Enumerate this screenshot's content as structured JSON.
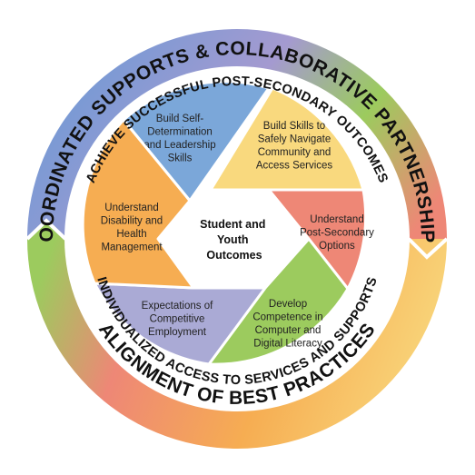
{
  "outer_ring": {
    "top": "COORDINATED SUPPORTS & COLLABORATIVE PARTNERSHIPS",
    "bottom": "ALIGNMENT OF BEST PRACTICES"
  },
  "inner_ring": {
    "top": "ACHIEVE SUCCESSFUL POST-SECONDARY OUTCOMES",
    "bottom": "INDIVIDUALIZED ACCESS TO SERVICES AND SUPPORTS"
  },
  "center": {
    "lines": [
      "Student and",
      "Youth",
      "Outcomes"
    ]
  },
  "segments": [
    {
      "id": "self-determination",
      "color": "#7BA7D9",
      "lines": [
        "Build Self-",
        "Determination",
        "and Leadership",
        "Skills"
      ]
    },
    {
      "id": "navigate-community",
      "color": "#F9D97E",
      "lines": [
        "Build Skills to",
        "Safely Navigate",
        "Community and",
        "Access Services"
      ]
    },
    {
      "id": "post-secondary-options",
      "color": "#EE8776",
      "lines": [
        "Understand",
        "Post-Secondary",
        "Options"
      ]
    },
    {
      "id": "digital-literacy",
      "color": "#9CCB5E",
      "lines": [
        "Develop",
        "Competence in",
        "Computer and",
        "Digital Literacy"
      ]
    },
    {
      "id": "competitive-employment",
      "color": "#AAAAD5",
      "lines": [
        "Expectations of",
        "Competitive",
        "Employment"
      ]
    },
    {
      "id": "disability-health",
      "color": "#F6AD52",
      "lines": [
        "Understand",
        "Disability and",
        "Health",
        "Management"
      ]
    }
  ],
  "colors": {
    "ring_blue": "#6E9AD6",
    "ring_purple": "#A49AD0",
    "ring_green": "#9CCB5E",
    "ring_red": "#EE8776",
    "ring_orange": "#F6AD52",
    "ring_yellow": "#F9D97E",
    "white": "#FFFFFF"
  }
}
